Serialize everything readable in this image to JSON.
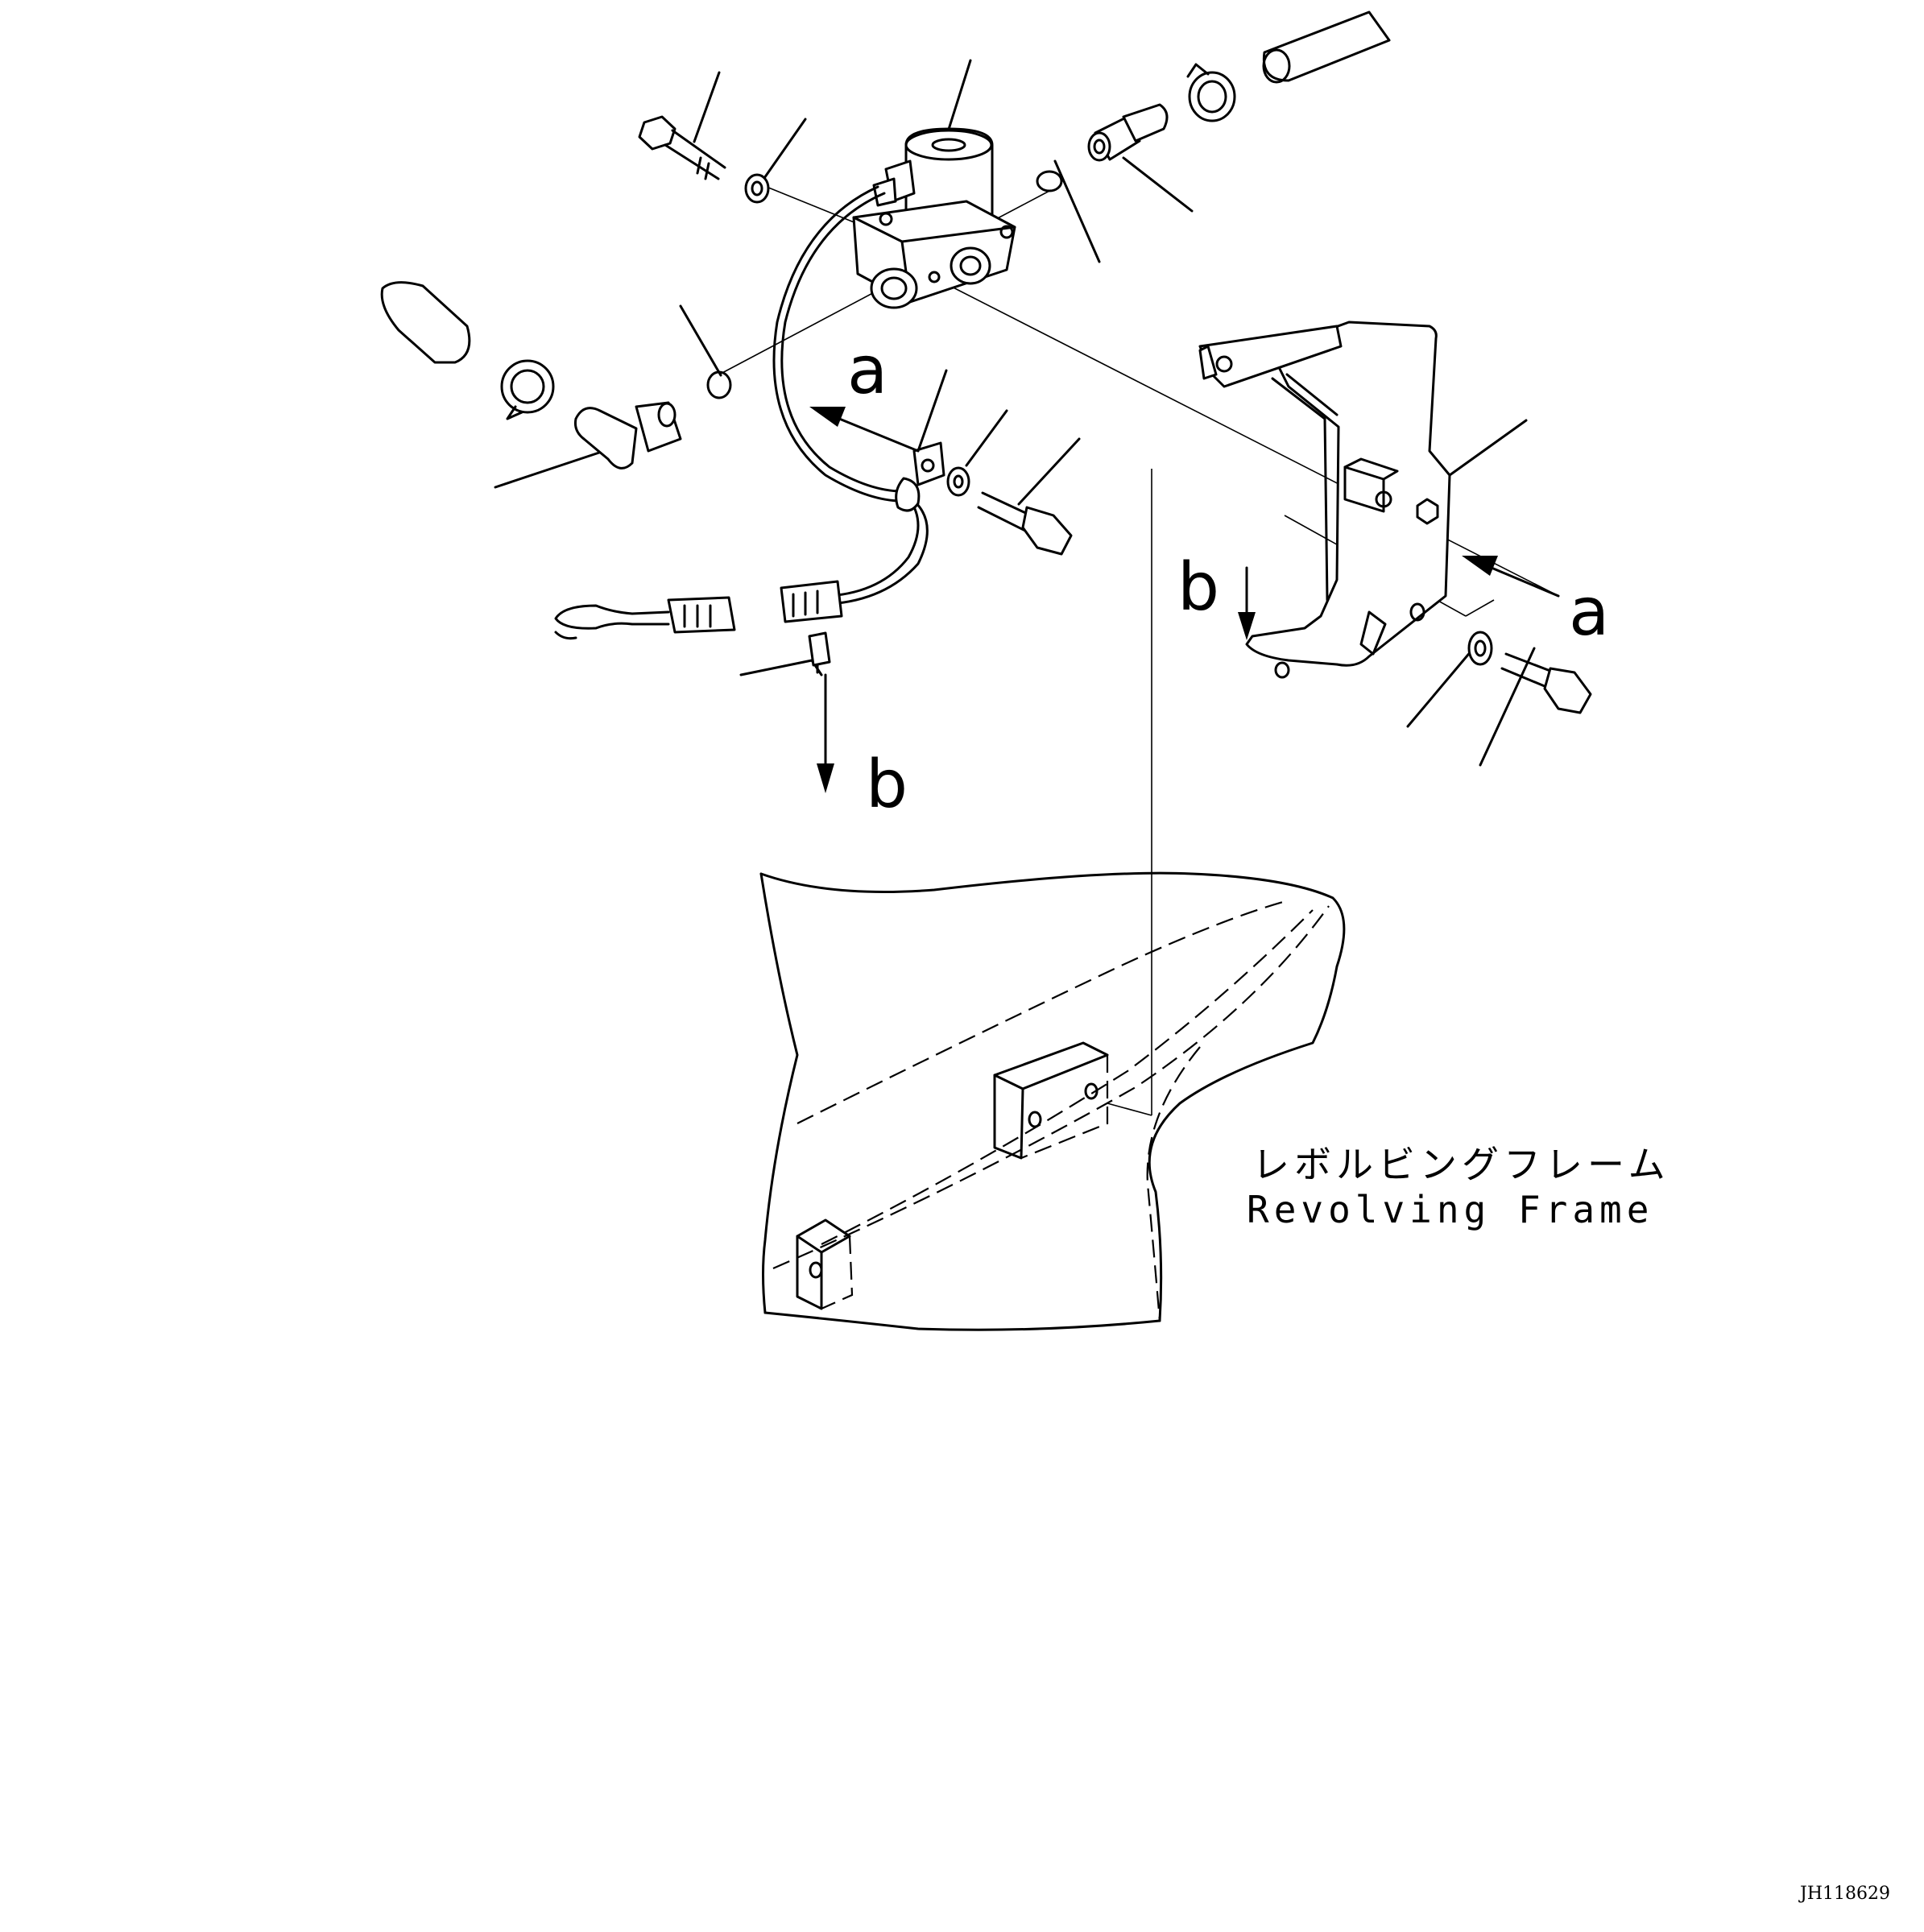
{
  "callouts": {
    "a_top": "a",
    "a_right": "a",
    "b_left": "b",
    "b_bottom": "b"
  },
  "frame_label": {
    "japanese": "レボルビングフレーム",
    "english": "Revolving Frame"
  },
  "drawing_code": "JH118629"
}
